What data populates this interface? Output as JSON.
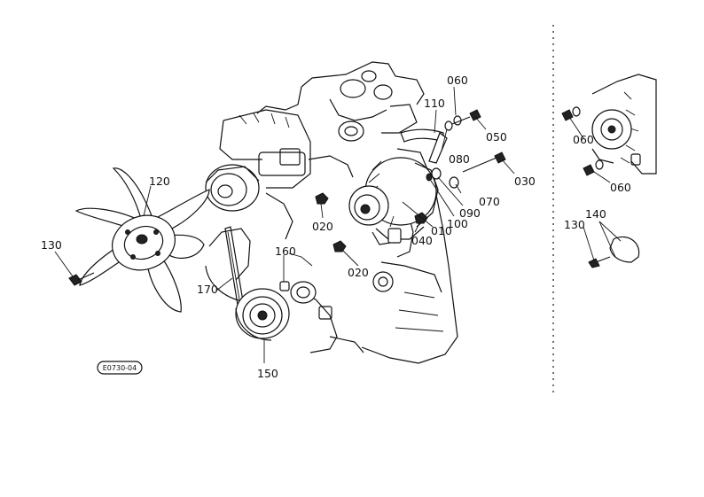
{
  "callouts": [
    {
      "id": "c010",
      "text": "010"
    },
    {
      "id": "c020a",
      "text": "020"
    },
    {
      "id": "c020b",
      "text": "020"
    },
    {
      "id": "c030",
      "text": "030"
    },
    {
      "id": "c040",
      "text": "040"
    },
    {
      "id": "c050",
      "text": "050"
    },
    {
      "id": "c060a",
      "text": "060"
    },
    {
      "id": "c060b",
      "text": "060"
    },
    {
      "id": "c060c",
      "text": "060"
    },
    {
      "id": "c070",
      "text": "070"
    },
    {
      "id": "c080",
      "text": "080"
    },
    {
      "id": "c090",
      "text": "090"
    },
    {
      "id": "c100",
      "text": "100"
    },
    {
      "id": "c110",
      "text": "110"
    },
    {
      "id": "c120",
      "text": "120"
    },
    {
      "id": "c130a",
      "text": "130"
    },
    {
      "id": "c130b",
      "text": "130"
    },
    {
      "id": "c140",
      "text": "140"
    },
    {
      "id": "c150",
      "text": "150"
    },
    {
      "id": "c160",
      "text": "160"
    },
    {
      "id": "c170",
      "text": "170"
    }
  ],
  "diagram_code": "E0730-04"
}
